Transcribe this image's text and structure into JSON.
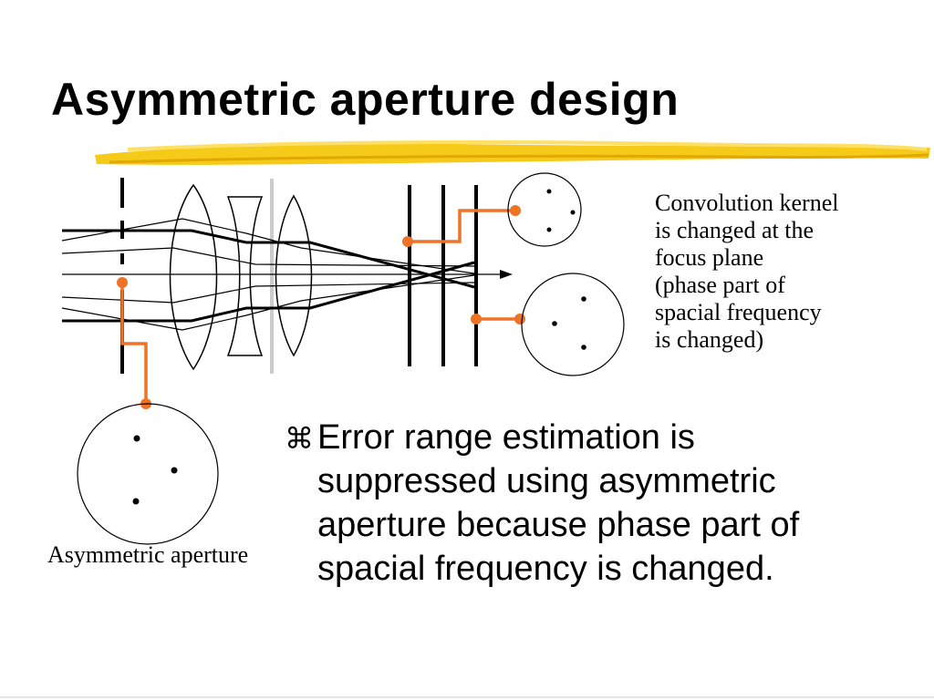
{
  "slide": {
    "title": "Asymmetric aperture design",
    "caption_right": "Convolution kernel\nis changed at the\nfocus plane\n(phase part of\nspacial frequency\nis changed)",
    "caption_left": "Asymmetric aperture",
    "bullet_icon": "command-key-icon",
    "bullet_glyph": "⌘",
    "bullet_text": "Error range estimation is suppressed using asymmetric aperture because phase part of spacial frequency is changed."
  },
  "colors": {
    "accent_orange": "#ee7326",
    "highlight_yellow": "#f5c400",
    "text": "#000000"
  }
}
